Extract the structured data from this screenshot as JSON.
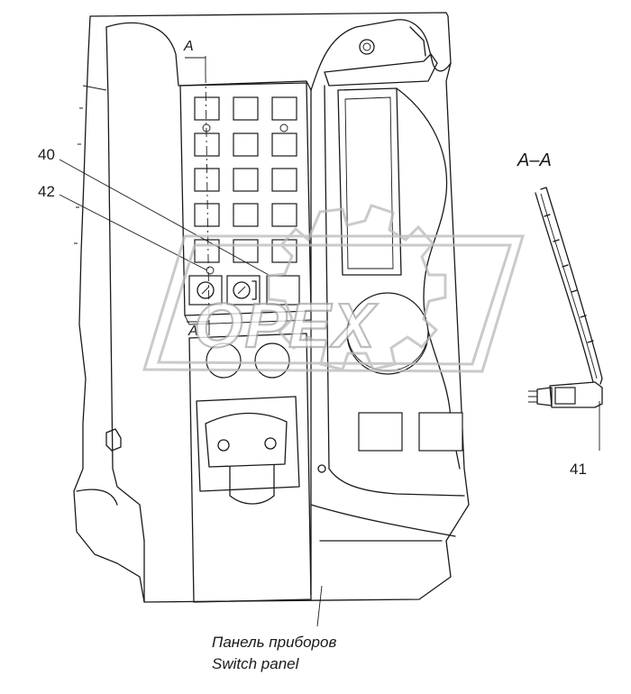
{
  "callouts": {
    "c40": "40",
    "c42": "42",
    "c41": "41"
  },
  "section": {
    "marker_top": "A",
    "marker_bottom": "A",
    "view_title": "A–A"
  },
  "caption": {
    "line_ru": "Панель приборов",
    "line_en": "Switch panel"
  },
  "watermark": {
    "text": "OPEX"
  },
  "colors": {
    "line": "#1a1a1a",
    "watermark": "#b0b0b0",
    "background": "#ffffff"
  }
}
